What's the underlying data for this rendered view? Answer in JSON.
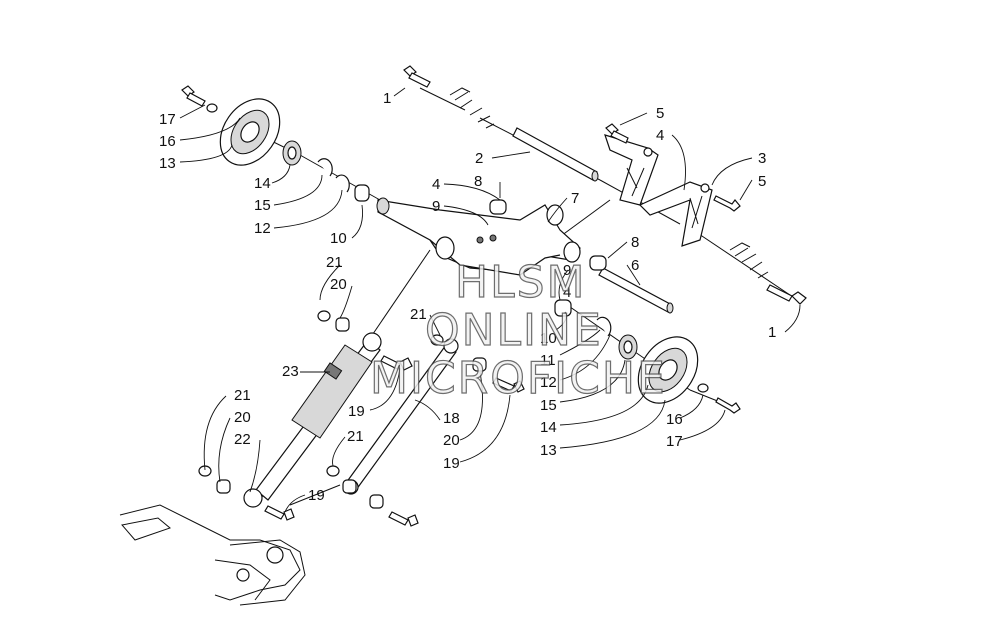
{
  "labels": {
    "l1a": "1",
    "l1b": "1",
    "l2": "2",
    "l3": "3",
    "l4a": "4",
    "l4b": "4",
    "l4c": "4",
    "l5a": "5",
    "l5b": "5",
    "l6": "6",
    "l7": "7",
    "l8a": "8",
    "l8b": "8",
    "l9a": "9",
    "l9b": "9",
    "l10a": "10",
    "l10b": "10",
    "l11": "11",
    "l12a": "12",
    "l12b": "12",
    "l13a": "13",
    "l13b": "13",
    "l14a": "14",
    "l14b": "14",
    "l15a": "15",
    "l15b": "15",
    "l16a": "16",
    "l16b": "16",
    "l17a": "17",
    "l17b": "17",
    "l18": "18",
    "l19a": "19",
    "l19b": "19",
    "l19c": "19",
    "l20a": "20",
    "l20b": "20",
    "l20c": "20",
    "l21a": "21",
    "l21b": "21",
    "l21c": "21",
    "l21d": "21",
    "l22": "22",
    "l23": "23"
  },
  "watermark": {
    "line1": "HLSM",
    "line2": "ONLINE",
    "line3": "MICROFICHE"
  }
}
